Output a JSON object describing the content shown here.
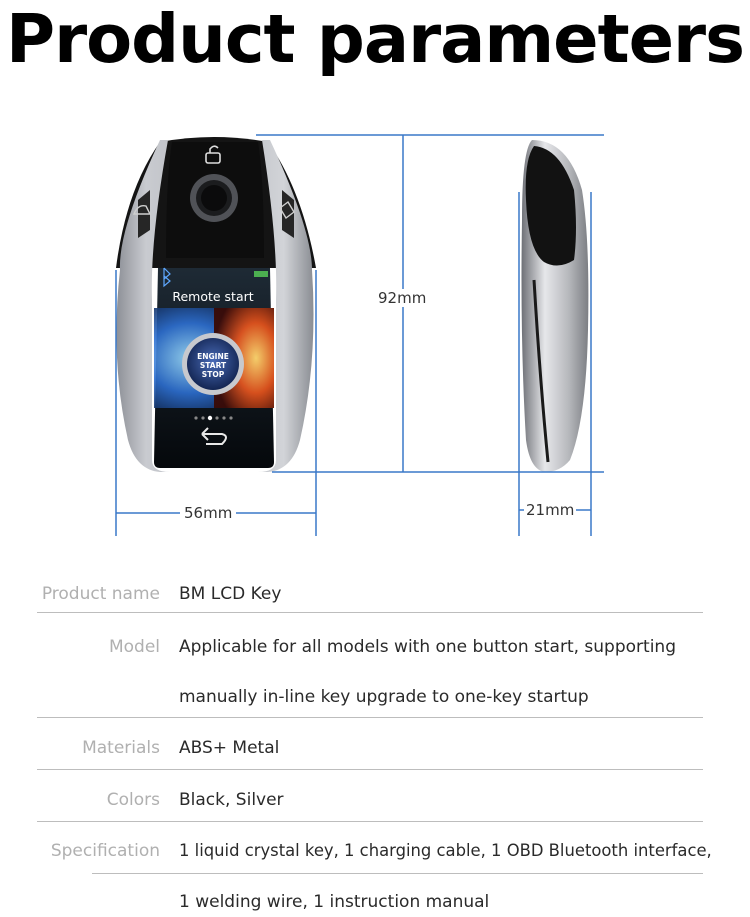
{
  "page": {
    "title": "Product parameters"
  },
  "key_screen": {
    "screen_text": "Remote start",
    "button_lines": [
      "ENGINE",
      "START",
      "STOP"
    ]
  },
  "dimensions": {
    "height": "92mm",
    "width": "56mm",
    "thickness": "21mm"
  },
  "specs": [
    {
      "label": "Product name",
      "lines": [
        "BM LCD Key"
      ]
    },
    {
      "label": "Model",
      "lines": [
        "Applicable for all models with one button start, supporting",
        "manually in-line key upgrade to one-key startup"
      ]
    },
    {
      "label": "Materials",
      "lines": [
        "ABS+ Metal"
      ]
    },
    {
      "label": "Colors",
      "lines": [
        "Black, Silver"
      ]
    },
    {
      "label": "Specification",
      "lines": [
        "1 liquid crystal key, 1 charging cable, 1 OBD Bluetooth interface,",
        "1 welding wire, 1 instruction manual"
      ]
    }
  ],
  "colors": {
    "dimension_line": "#3a78c8",
    "label_gray": "#b0b0b0",
    "rule_gray": "#bdbdbd"
  }
}
